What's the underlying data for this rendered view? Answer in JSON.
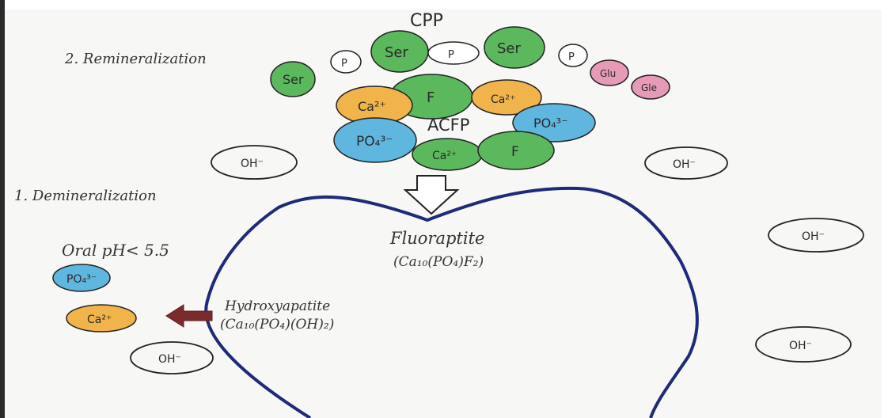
{
  "title": "CPP",
  "labels": {
    "reminer": "2. Remineralization",
    "demin": "1. Demineralization",
    "oral_ph": "Oral pH< 5.5",
    "acfp": "ACFP",
    "fluor": "Fluoraptite",
    "fluor_formula": "(Ca₁₀(PO₄)F₂)",
    "hydroxy": "Hydroxyapatite",
    "hydroxy_formula": "(Ca₁₀(PO₄)(OH)₂)"
  },
  "chain": {
    "ser": "Ser",
    "p": "P",
    "glu": "Glu",
    "gle": "Gle"
  },
  "ions": {
    "ca": "Ca²⁺",
    "po4": "PO₄³⁻",
    "f": "F",
    "oh": "OH⁻"
  },
  "colors": {
    "ser": "#5cb85c",
    "ca": "#f0b44a",
    "po4": "#5fb7e0",
    "glu": "#e69ab8",
    "outline": "#1e2a7a",
    "arrow": "#7a2b2b"
  }
}
